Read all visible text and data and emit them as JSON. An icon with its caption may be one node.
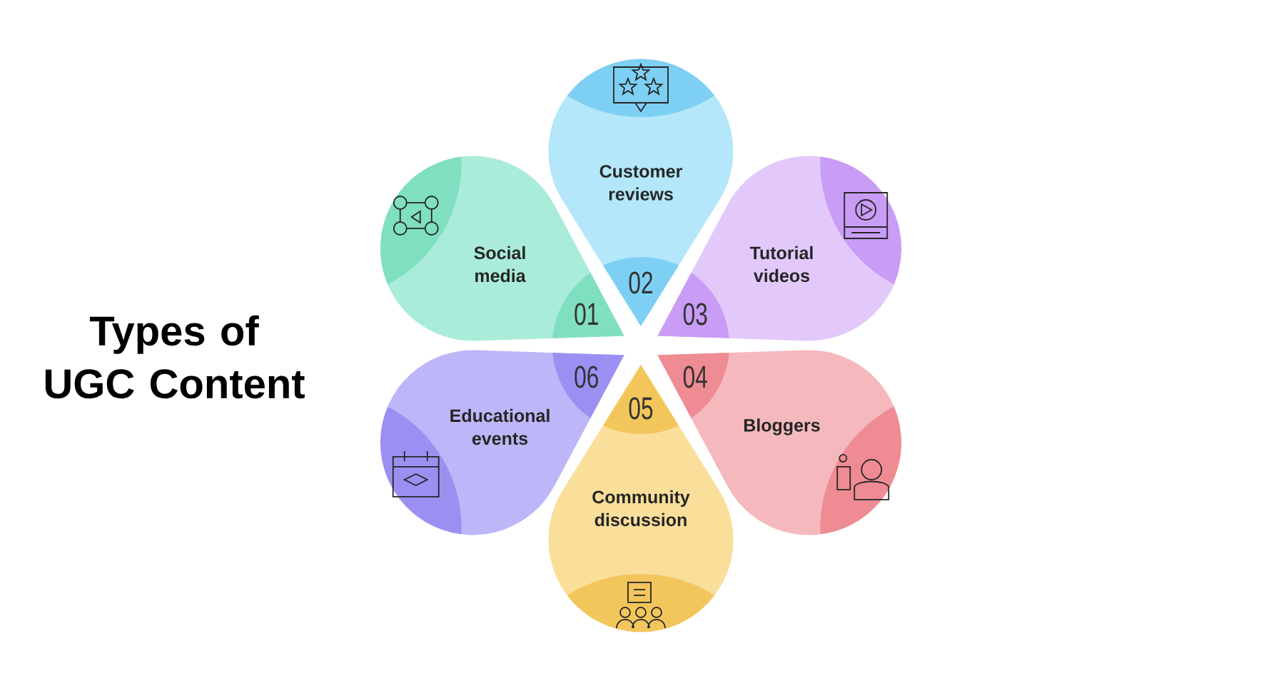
{
  "diagram": {
    "title": "Types of UGC Content",
    "nodes": [
      {
        "text": [
          "Social media"
        ]
      },
      {
        "text": [
          "01"
        ]
      },
      {
        "text": [
          "Customer reviews"
        ]
      },
      {
        "text": [
          "02"
        ]
      },
      {
        "text": [
          "Tutorial videos"
        ]
      },
      {
        "text": [
          "03"
        ]
      },
      {
        "text": [
          "Bloggers"
        ]
      },
      {
        "text": [
          "04"
        ]
      },
      {
        "text": [
          "Community discussion"
        ]
      },
      {
        "text": [
          "05"
        ]
      },
      {
        "text": [
          "Educational events"
        ]
      },
      {
        "text": [
          "06"
        ]
      }
    ]
  }
}
